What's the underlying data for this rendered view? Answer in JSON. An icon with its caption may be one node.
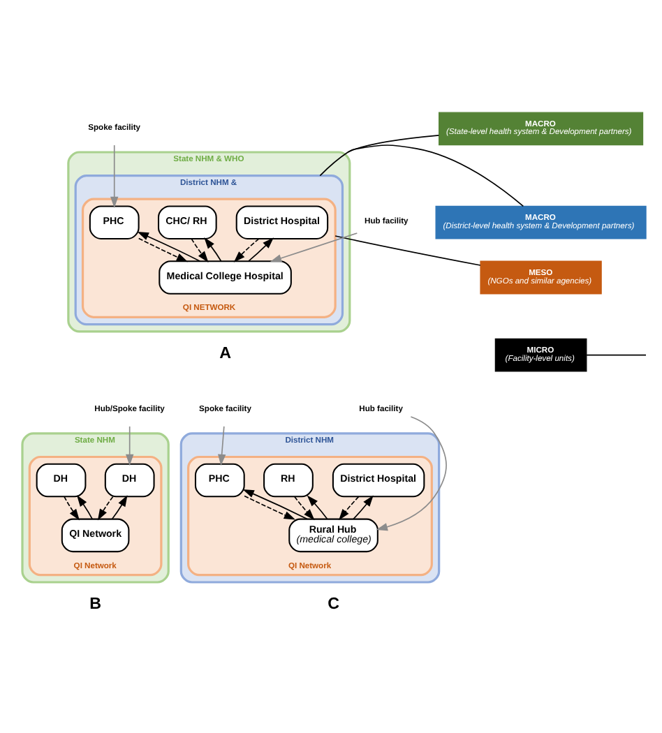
{
  "diagram": {
    "nodes": [
      {
        "text": [
          "MACRO",
          "(State-level health system & Development partners)"
        ]
      },
      {
        "text": [
          "MACRO",
          "(District-level health system & Development partners)"
        ]
      },
      {
        "text": [
          "MESO",
          "(NGOs and similar agencies)"
        ]
      },
      {
        "text": [
          "MICRO",
          "(Facility-level units)"
        ]
      },
      {
        "text": [
          "State NHM & WHO"
        ]
      },
      {
        "text": [
          "District NHM &"
        ],
        "in": 4
      },
      {
        "text": [
          "QI NETWORK"
        ],
        "in": 5
      },
      {
        "text": [
          "District Hospital"
        ],
        "in": 6
      },
      {
        "text": [
          "CHC/ RH"
        ],
        "in": 6
      },
      {
        "text": [
          "PHC"
        ],
        "in": 6
      },
      {
        "text": [
          "Medical College Hospital"
        ],
        "in": 6
      },
      {
        "text": [
          "Spoke facility"
        ]
      },
      {
        "text": [
          "Hub facility"
        ]
      },
      {
        "text": [
          "State NHM"
        ]
      },
      {
        "text": [
          "QI Network"
        ],
        "in": 13
      },
      {
        "text": [
          "DH"
        ],
        "in": 14
      },
      {
        "text": [
          "DH"
        ],
        "in": 14
      },
      {
        "text": [
          "QI Network"
        ],
        "in": 14
      },
      {
        "text": [
          "Hub/Spoke facility"
        ]
      },
      {
        "text": [
          "District NHM"
        ]
      },
      {
        "text": [
          "QI Network"
        ],
        "in": 19
      },
      {
        "text": [
          "District Hospital"
        ],
        "in": 20
      },
      {
        "text": [
          "RH"
        ],
        "in": 20
      },
      {
        "text": [
          "PHC"
        ],
        "in": 20
      },
      {
        "text": [
          "Rural Hub",
          "(medical college)"
        ],
        "in": 20
      },
      {
        "text": [
          "Spoke facility"
        ]
      },
      {
        "text": [
          "Hub facility"
        ]
      }
    ],
    "edges": [
      {
        "from": 0,
        "to": 4,
        "arrow": "none"
      },
      {
        "from": 1,
        "to": 5,
        "arrow": "none"
      },
      {
        "from": 2,
        "to": 6,
        "arrow": "none"
      },
      {
        "from": 3,
        "to": null,
        "arrow": "none"
      },
      {
        "from": 10,
        "to": 7,
        "arrow": "to"
      },
      {
        "from": 7,
        "to": 10,
        "arrow": "to",
        "style": "dashed"
      },
      {
        "from": 10,
        "to": 8,
        "arrow": "to"
      },
      {
        "from": 8,
        "to": 10,
        "arrow": "to",
        "style": "dashed"
      },
      {
        "from": 10,
        "to": 9,
        "arrow": "to"
      },
      {
        "from": 9,
        "to": 10,
        "arrow": "to",
        "style": "dashed"
      },
      {
        "from": 11,
        "to": 9,
        "arrow": "to",
        "color": "#8c8c8c"
      },
      {
        "from": 12,
        "to": 10,
        "arrow": "to",
        "color": "#8c8c8c"
      },
      {
        "from": 17,
        "to": 15,
        "arrow": "to"
      },
      {
        "from": 15,
        "to": 17,
        "arrow": "to",
        "style": "dashed"
      },
      {
        "from": 17,
        "to": 16,
        "arrow": "to"
      },
      {
        "from": 16,
        "to": 17,
        "arrow": "to",
        "style": "dashed"
      },
      {
        "from": 18,
        "to": 15,
        "arrow": "to",
        "color": "#8c8c8c"
      },
      {
        "from": 24,
        "to": 21,
        "arrow": "to"
      },
      {
        "from": 21,
        "to": 24,
        "arrow": "to",
        "style": "dashed"
      },
      {
        "from": 24,
        "to": 22,
        "arrow": "to"
      },
      {
        "from": 22,
        "to": 24,
        "arrow": "to",
        "style": "dashed"
      },
      {
        "from": 24,
        "to": 23,
        "arrow": "to"
      },
      {
        "from": 23,
        "to": 24,
        "arrow": "to",
        "style": "dashed"
      },
      {
        "from": 25,
        "to": 23,
        "arrow": "to",
        "color": "#8c8c8c"
      },
      {
        "from": 26,
        "to": 24,
        "arrow": "to",
        "color": "#8c8c8c"
      }
    ],
    "labels": [
      "A",
      "B",
      "C"
    ]
  }
}
